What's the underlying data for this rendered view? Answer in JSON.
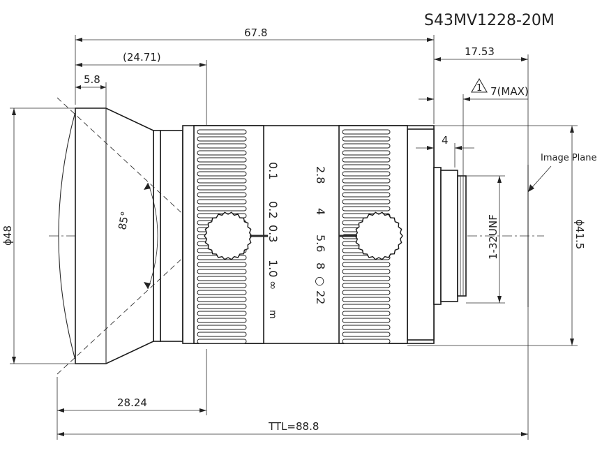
{
  "model": "S43MV1228-20M",
  "dimensions": {
    "overall_length": "67.8",
    "front_to_focus_ring": "(24.71)",
    "hood_depth": "5.8",
    "back_focus": "17.53",
    "max_protrusion": "7(MAX)",
    "flange_gap": "4",
    "front_diameter": "ϕ48",
    "body_diameter": "ϕ41.5",
    "mount_thread": "1-32UNF",
    "field_of_view": "85°",
    "front_to_ring_center": "28.24",
    "total_track": "TTL=88.8"
  },
  "labels": {
    "image_plane": "Image Plane",
    "warning_number": "1"
  },
  "focus_scale": {
    "marks": [
      "0.1",
      "0.2",
      "0.3",
      "1.0",
      "∞"
    ],
    "unit": "m"
  },
  "aperture_scale": {
    "marks": [
      "2.8",
      "4",
      "5.6",
      "8",
      "○",
      "22"
    ]
  },
  "icons": {
    "warning": "warning-triangle-icon",
    "locking_screw": "thumb-screw-icon"
  }
}
